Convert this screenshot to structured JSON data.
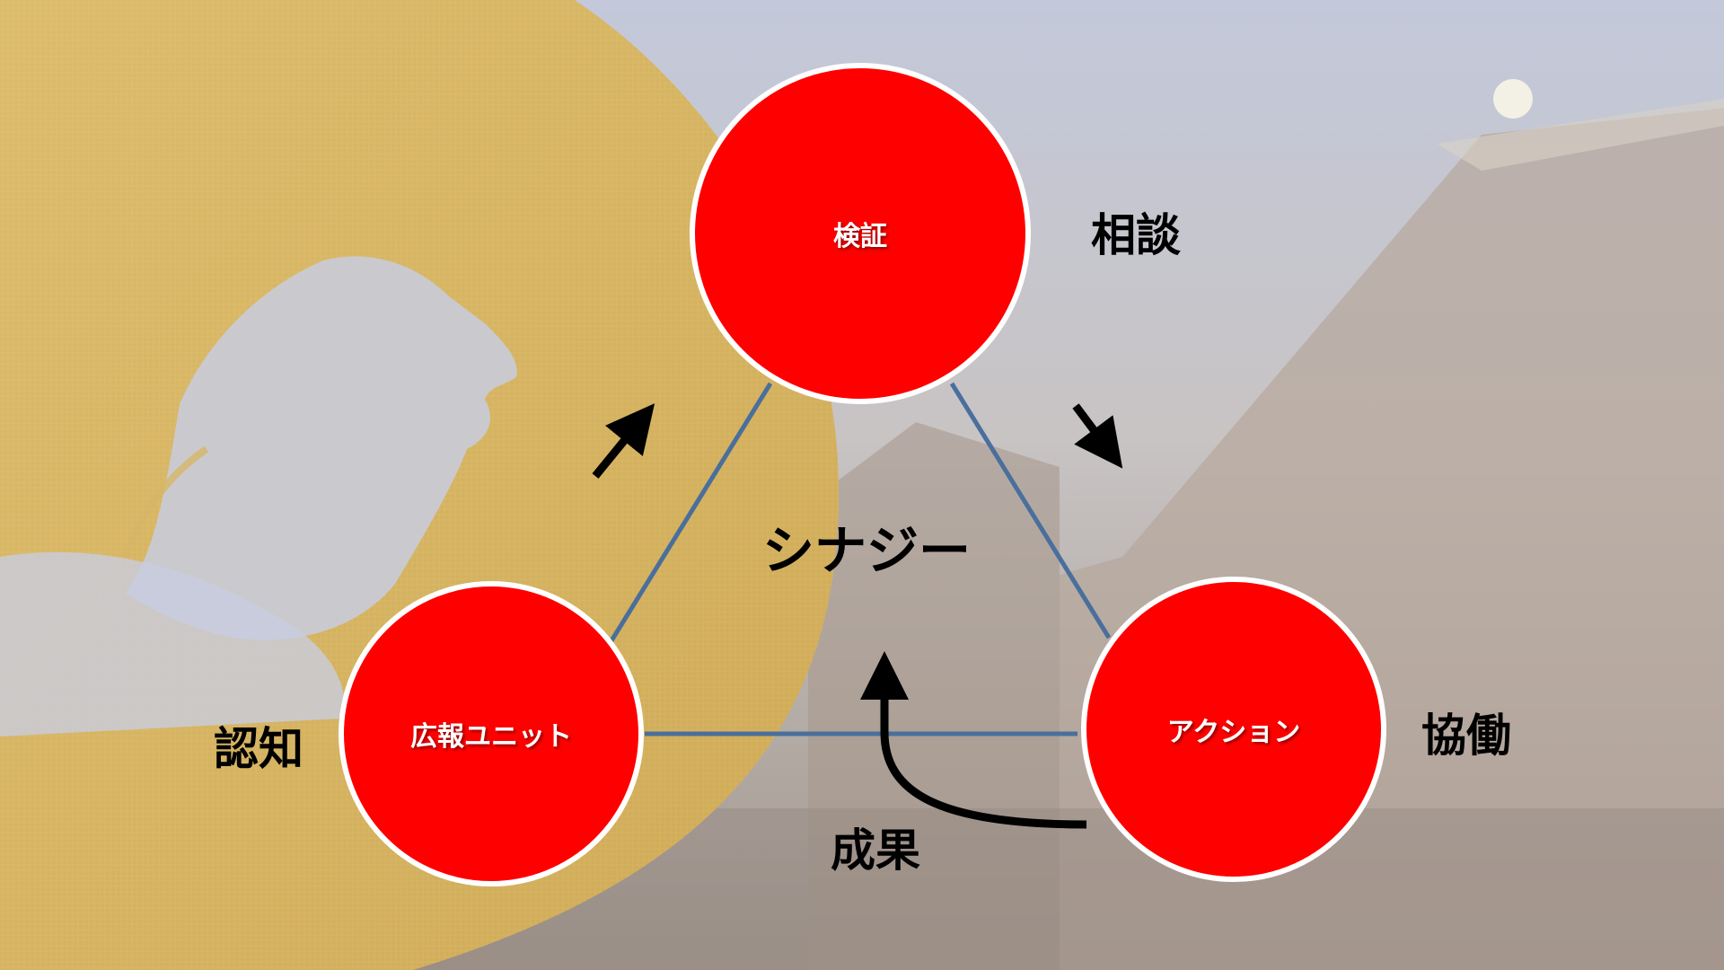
{
  "center_label": "シナジー",
  "nodes": {
    "top": "検証",
    "left": "広報ユニット",
    "right": "アクション"
  },
  "side_labels": {
    "top_right": "相談",
    "left": "認知",
    "right": "協働",
    "bottom": "成果"
  },
  "colors": {
    "node_fill": "#ff0000",
    "node_stroke": "#ffffff",
    "edge": "#4a6f9c",
    "arrow": "#000000",
    "gold": "#d9b660"
  }
}
